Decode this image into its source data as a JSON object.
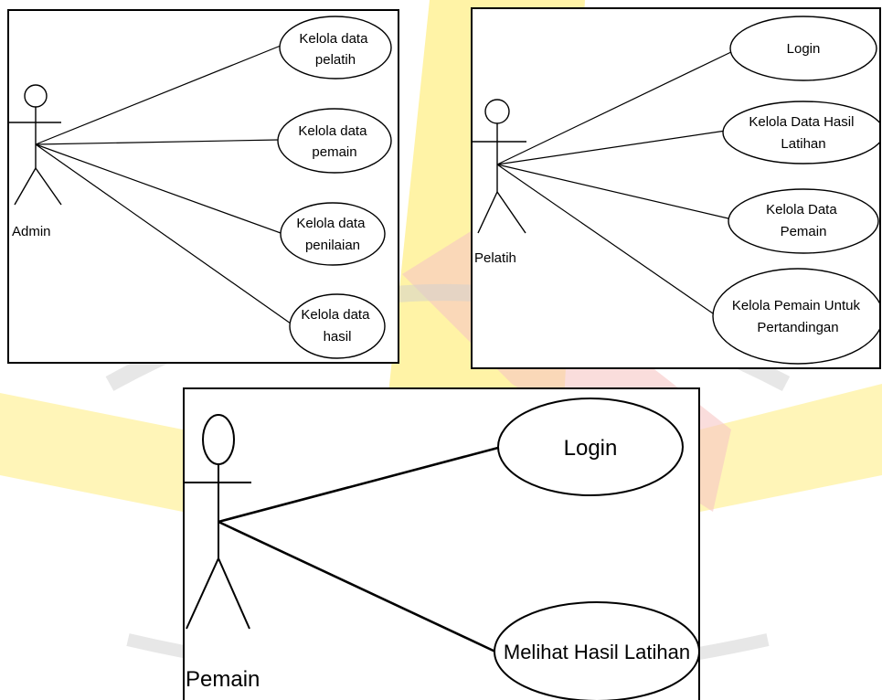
{
  "colors": {
    "background": "#ffffff",
    "watermark_yellow": "#fff3a6",
    "watermark_red": "#f7c6c4",
    "watermark_gray": "#cfcfcf",
    "ink": "#000000"
  },
  "diagrams": [
    {
      "id": "admin",
      "actor": {
        "name": "Admin"
      },
      "use_cases": [
        {
          "lines": [
            "Kelola data",
            "pelatih"
          ]
        },
        {
          "lines": [
            "Kelola data",
            "pemain"
          ]
        },
        {
          "lines": [
            "Kelola data",
            "penilaian"
          ]
        },
        {
          "lines": [
            "Kelola data",
            "hasil"
          ]
        }
      ]
    },
    {
      "id": "pelatih",
      "actor": {
        "name": "Pelatih"
      },
      "use_cases": [
        {
          "lines": [
            "Login"
          ]
        },
        {
          "lines": [
            "Kelola Data Hasil",
            "Latihan"
          ]
        },
        {
          "lines": [
            "Kelola Data",
            "Pemain"
          ]
        },
        {
          "lines": [
            "Kelola Pemain Untuk",
            "Pertandingan"
          ]
        }
      ]
    },
    {
      "id": "pemain",
      "actor": {
        "name": "Pemain"
      },
      "use_cases": [
        {
          "lines": [
            "Login"
          ]
        },
        {
          "lines": [
            "Melihat Hasil Latihan"
          ]
        }
      ]
    }
  ]
}
